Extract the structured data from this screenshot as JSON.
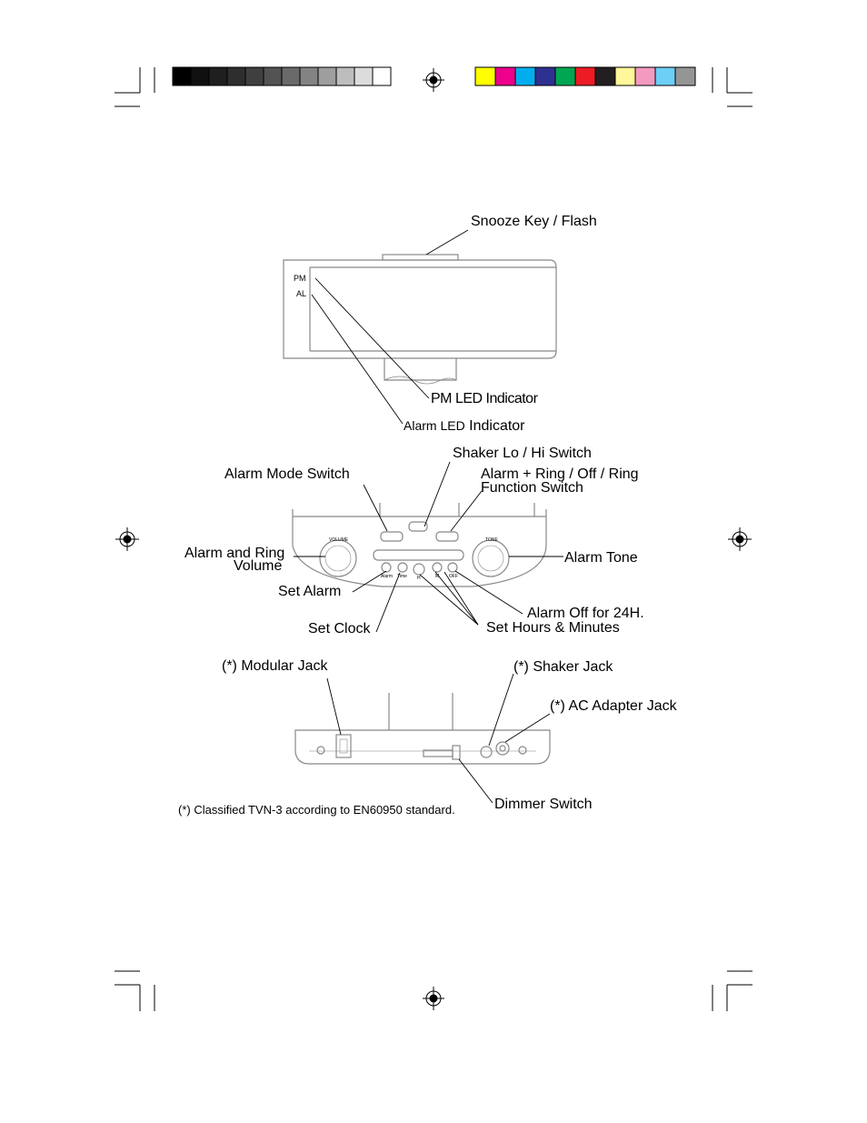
{
  "color_bar": {
    "grays": [
      "#000000",
      "#101010",
      "#1f1f1f",
      "#2e2e2e",
      "#3f3f3f",
      "#535353",
      "#6a6a6a",
      "#838383",
      "#9e9e9e",
      "#bdbdbd",
      "#dcdcdc",
      "#ffffff"
    ],
    "colors": [
      "#ffff00",
      "#ec008c",
      "#00aeef",
      "#2e3192",
      "#00a651",
      "#ed1c24",
      "#231f20",
      "#fff799",
      "#f49ac1",
      "#6dcff6",
      "#959595"
    ]
  },
  "top_view": {
    "pm_mark": "PM",
    "al_mark": "AL",
    "snooze_label": "Snooze Key / Flash",
    "pm_led_label_a": "PM LED",
    "pm_led_label_b": "Indicator",
    "alarm_led_label_a": "Alarm LED",
    "alarm_led_label_b": "Indicator"
  },
  "control_panel": {
    "shaker_switch_label": "Shaker Lo / Hi Switch",
    "alarm_mode_switch_label": "Alarm Mode Switch",
    "function_switch_label_1": "Alarm + Ring / Off / Ring",
    "function_switch_label_2": "Function Switch",
    "volume_label_1": "Alarm and Ring",
    "volume_label_2": "Volume",
    "alarm_tone_label": "Alarm Tone",
    "set_alarm_label": "Set Alarm",
    "set_clock_label": "Set Clock",
    "alarm_off_label": "Alarm Off for 24H.",
    "set_hours_minutes_label": "Set Hours & Minutes",
    "knob_volume_mark": "VOLUME",
    "knob_tone_mark": "TONE",
    "btn_alarm_mark": "Alarm",
    "btn_time_mark": "Time",
    "btn_h_mark": "H",
    "btn_m_mark": "M",
    "btn_off_mark": "OFF"
  },
  "rear_view": {
    "modular_jack_label": "(*) Modular Jack",
    "shaker_jack_label": "(*) Shaker Jack",
    "ac_jack_label": "(*) AC Adapter Jack",
    "dimmer_switch_label": "Dimmer Switch"
  },
  "footnote": "(*) Classified TVN-3 according to EN60950 standard."
}
